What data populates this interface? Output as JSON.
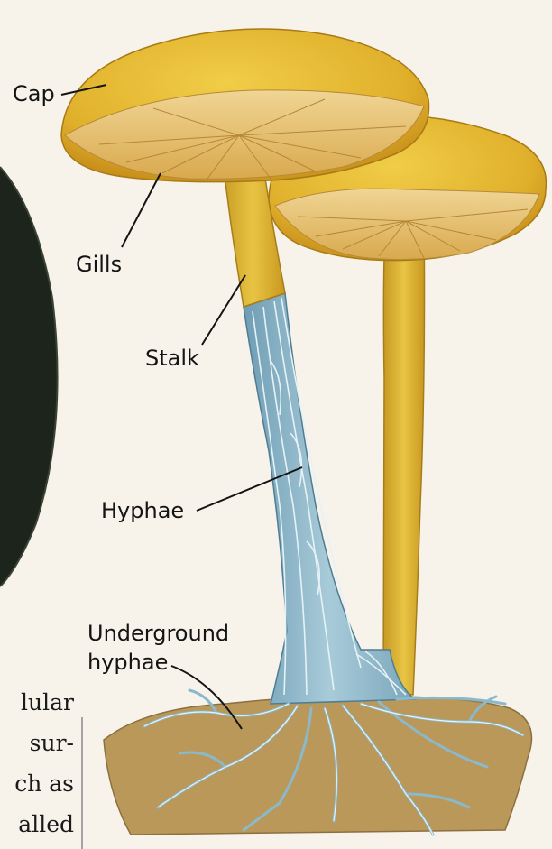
{
  "diagram": {
    "labels": {
      "cap": "Cap",
      "gills": "Gills",
      "stalk": "Stalk",
      "hyphae": "Hyphae",
      "underground_line1": "Underground",
      "underground_line2": "hyphae"
    }
  },
  "text_fragment": {
    "lines": [
      "lular",
      "sur-",
      "ch as",
      "alled"
    ]
  },
  "colors": {
    "cap_yellow": "#e3b52c",
    "cap_shadow": "#c98f1a",
    "gill_color": "#e8c27a",
    "stalk_yellow": "#dcb030",
    "hyphae_blue": "#8fb8cc",
    "hyphae_light": "#dcebf1",
    "soil": "#b99a55",
    "dark_photo": "#1c231b"
  }
}
